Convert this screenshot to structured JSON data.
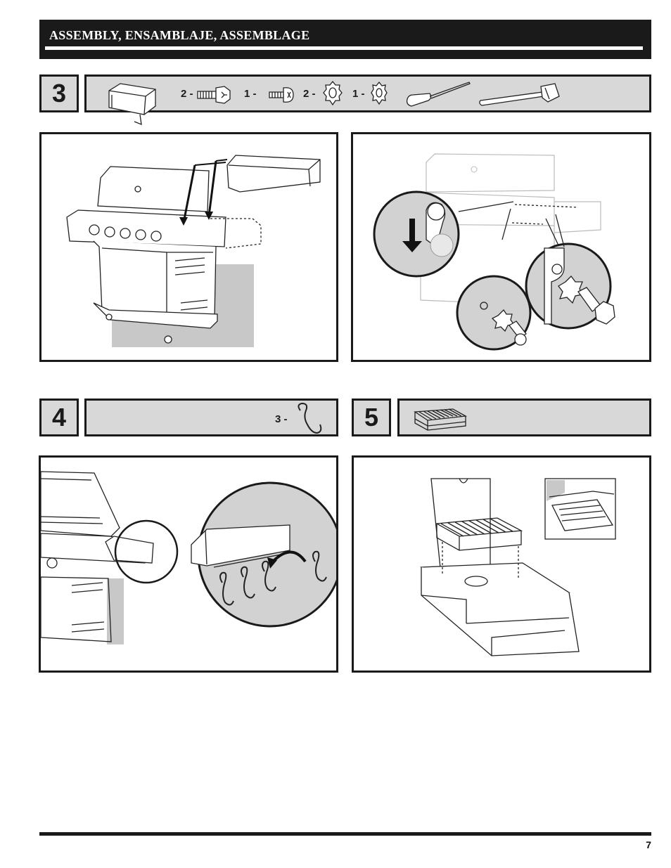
{
  "header": {
    "title": "ASSEMBLY, ENSAMBLAJE, ASSEMBLAGE"
  },
  "steps": [
    {
      "number": "3",
      "parts": [
        {
          "qty": "2 -",
          "icon": "hex-bolt-icon"
        },
        {
          "qty": "1 -",
          "icon": "screw-icon"
        },
        {
          "qty": "2 -",
          "icon": "lock-washer-icon"
        },
        {
          "qty": "1 -",
          "icon": "star-washer-icon"
        }
      ],
      "tools": [
        "screwdriver-icon",
        "wrench-icon"
      ]
    },
    {
      "number": "4",
      "parts": [
        {
          "qty": "3 -",
          "icon": "s-hook-icon"
        }
      ]
    },
    {
      "number": "5",
      "parts": [
        {
          "icon": "warming-rack-icon"
        }
      ]
    }
  ],
  "page": {
    "number": "7"
  }
}
